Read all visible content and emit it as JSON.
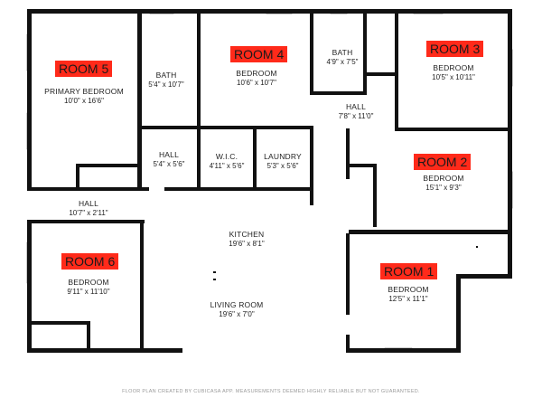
{
  "room_tags": {
    "room1": "ROOM 1",
    "room2": "ROOM 2",
    "room3": "ROOM 3",
    "room4": "ROOM 4",
    "room5": "ROOM 5",
    "room6": "ROOM 6"
  },
  "rooms": {
    "room5": {
      "name": "PRIMARY BEDROOM",
      "dims": "10'0\" x 16'6\""
    },
    "bath1": {
      "name": "BATH",
      "dims": "5'4\" x 10'7\""
    },
    "room4": {
      "name": "BEDROOM",
      "dims": "10'6\" x 10'7\""
    },
    "bath2": {
      "name": "BATH",
      "dims": "4'9\" x 7'5\""
    },
    "room3": {
      "name": "BEDROOM",
      "dims": "10'5\" x 10'11\""
    },
    "hall_center": {
      "name": "HALL",
      "dims": "7'8\" x 11'0\""
    },
    "hall_small": {
      "name": "HALL",
      "dims": "5'4\" x 5'6\""
    },
    "wic": {
      "name": "W.I.C.",
      "dims": "4'11\" x 5'6\""
    },
    "laundry": {
      "name": "LAUNDRY",
      "dims": "5'3\" x 5'6\""
    },
    "room2": {
      "name": "BEDROOM",
      "dims": "15'1\" x 9'3\""
    },
    "hall_left": {
      "name": "HALL",
      "dims": "10'7\" x 2'11\""
    },
    "kitchen": {
      "name": "KITCHEN",
      "dims": "19'6\" x 8'1\""
    },
    "room6": {
      "name": "BEDROOM",
      "dims": "9'11\" x 11'10\""
    },
    "living": {
      "name": "LIVING ROOM",
      "dims": "19'6\" x 7'0\""
    },
    "room1": {
      "name": "BEDROOM",
      "dims": "12'5\" x 11'1\""
    }
  },
  "footer": "FLOOR PLAN CREATED BY CUBICASA APP. MEASUREMENTS DEEMED HIGHLY RELIABLE BUT NOT GUARANTEED.",
  "colors": {
    "tag": "#ff2a1a",
    "wall": "#111111",
    "window": "#d8d8d8",
    "text": "#1f1f1f"
  }
}
